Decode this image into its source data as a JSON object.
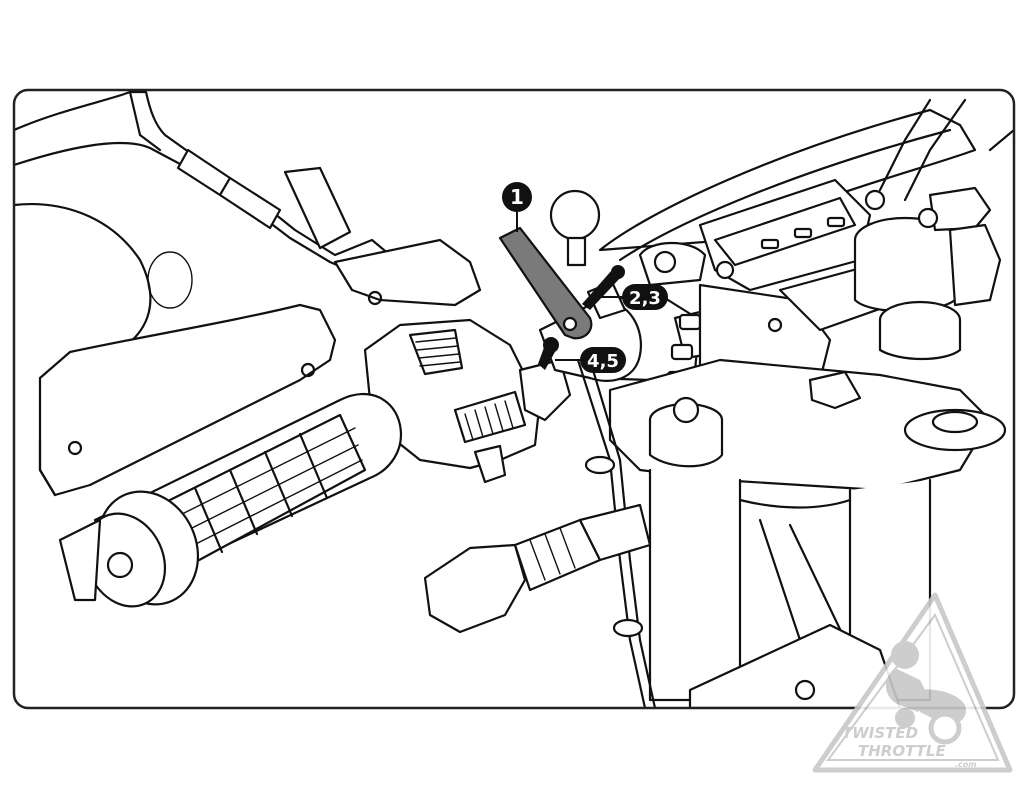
{
  "callouts": [
    {
      "id": "1",
      "label": "1"
    },
    {
      "id": "2-3",
      "label": "2,3"
    },
    {
      "id": "4-5",
      "label": "4,5"
    }
  ],
  "watermark": {
    "line1": "TWISTED",
    "line2": "THROTTLE",
    "suffix": ".com"
  },
  "colors": {
    "highlight_part": "#7a7a7a",
    "linework": "#111111",
    "callout_fill": "#111111",
    "frame": "#222222",
    "watermark": "#c8c8c8"
  }
}
